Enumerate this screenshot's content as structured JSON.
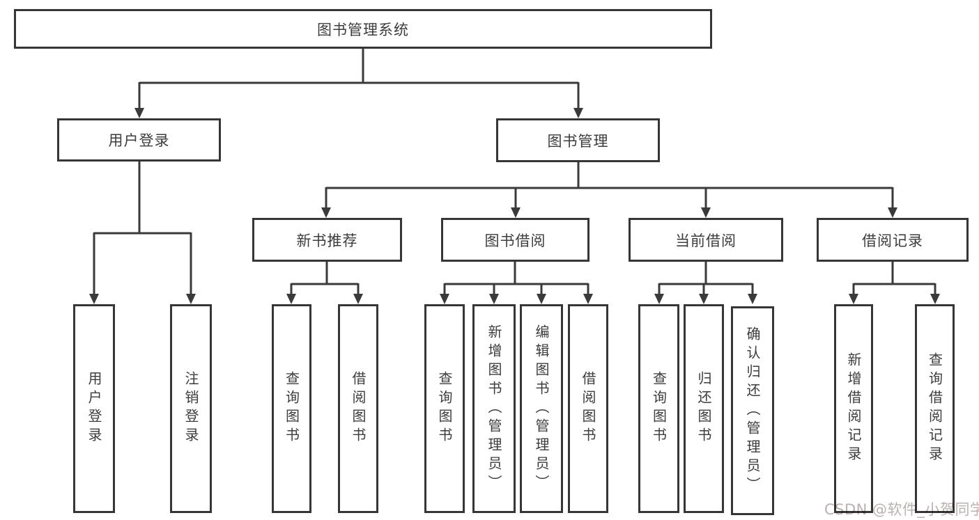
{
  "tree": {
    "root": {
      "label": "图书管理系统"
    },
    "branches": [
      {
        "label": "用户登录",
        "children": [
          {
            "label": "用户登录"
          },
          {
            "label": "注销登录"
          }
        ]
      },
      {
        "label": "图书管理",
        "children": [
          {
            "label": "新书推荐",
            "children": [
              {
                "label": "查询图书"
              },
              {
                "label": "借阅图书"
              }
            ]
          },
          {
            "label": "图书借阅",
            "children": [
              {
                "label": "查询图书"
              },
              {
                "label": "新增图书（管理员）"
              },
              {
                "label": "编辑图书（管理员）"
              },
              {
                "label": "借阅图书"
              }
            ]
          },
          {
            "label": "当前借阅",
            "children": [
              {
                "label": "查询图书"
              },
              {
                "label": "归还图书"
              },
              {
                "label": "确认归还（管理员）"
              }
            ]
          },
          {
            "label": "借阅记录",
            "children": [
              {
                "label": "新增借阅记录"
              },
              {
                "label": "查询借阅记录"
              }
            ]
          }
        ]
      }
    ]
  },
  "watermark": {
    "text": "CSDN @软件_小贺同学",
    "color": "#bdb0b0"
  },
  "colors": {
    "line": "#3a3a3a",
    "box_border": "#363636",
    "box_bg": "#ffffff",
    "text": "#3c3c3c"
  }
}
